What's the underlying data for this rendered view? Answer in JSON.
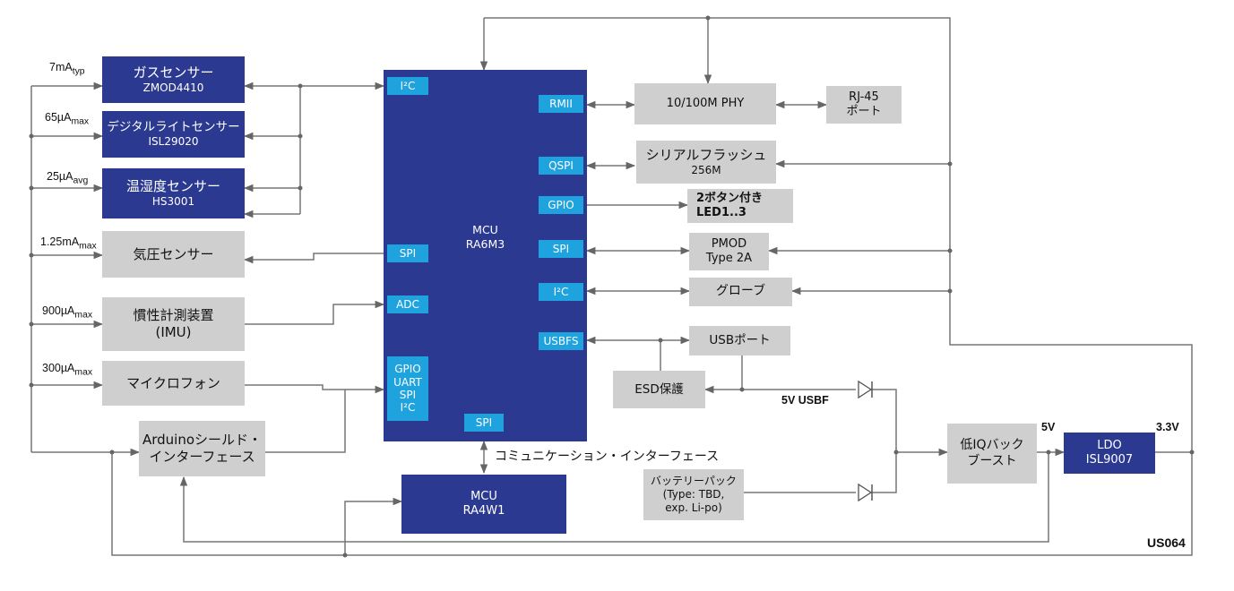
{
  "blocks": {
    "gas": {
      "name": "ガスセンサー",
      "part": "ZMOD4410",
      "current": "7mA",
      "sub": "typ"
    },
    "light": {
      "name": "デジタルライトセンサー",
      "part": "ISL29020",
      "current": "65µA",
      "sub": "max"
    },
    "humid": {
      "name": "温湿度センサー",
      "part": "HS3001",
      "current": "25µA",
      "sub": "avg"
    },
    "pressure": {
      "name": "気圧センサー",
      "current": "1.25mA",
      "sub": "max"
    },
    "imu": {
      "name": "慣性計測装置",
      "part": "(IMU)",
      "current": "900µA",
      "sub": "max"
    },
    "mic": {
      "name": "マイクロフォン",
      "current": "300µA",
      "sub": "max"
    },
    "arduino": {
      "line1": "Arduinoシールド・",
      "line2": "インターフェース"
    },
    "mcu_main": {
      "line1": "MCU",
      "line2": "RA6M3"
    },
    "mcu_ble": {
      "line1": "MCU",
      "line2": "RA4W1"
    },
    "phy": {
      "label": "10/100M PHY"
    },
    "rj45": {
      "line1": "RJ-45",
      "line2": "ポート"
    },
    "flash": {
      "line1": "シリアルフラッシュ",
      "line2": "256M"
    },
    "buttons": {
      "line1": "2ボタン付き",
      "line2": "LED1..3"
    },
    "pmod": {
      "line1": "PMOD",
      "line2": "Type 2A"
    },
    "grove": {
      "label": "グローブ"
    },
    "usb": {
      "label": "USBポート"
    },
    "esd": {
      "label": "ESD保護"
    },
    "buck": {
      "line1": "低IQバック",
      "line2": "ブースト"
    },
    "ldo": {
      "line1": "LDO",
      "line2": "ISL9007"
    },
    "battery": {
      "line1": "バッテリーパック",
      "line2": "(Type: TBD,",
      "line3": "exp. Li-po)"
    }
  },
  "ports": {
    "i2c_top": "I²C",
    "rmii": "RMII",
    "qspi": "QSPI",
    "gpio": "GPIO",
    "spi_right": "SPI",
    "i2c_right": "I²C",
    "usbfs": "USBFS",
    "spi_left": "SPI",
    "adc": "ADC",
    "gpio_multi": [
      "GPIO",
      "UART",
      "SPI",
      "I²C"
    ],
    "spi_bottom": "SPI"
  },
  "labels": {
    "comm": "コミュニケーション・インターフェース",
    "usbf5v": "5V USBF",
    "v5": "5V",
    "v33": "3.3V",
    "code": "US064"
  }
}
